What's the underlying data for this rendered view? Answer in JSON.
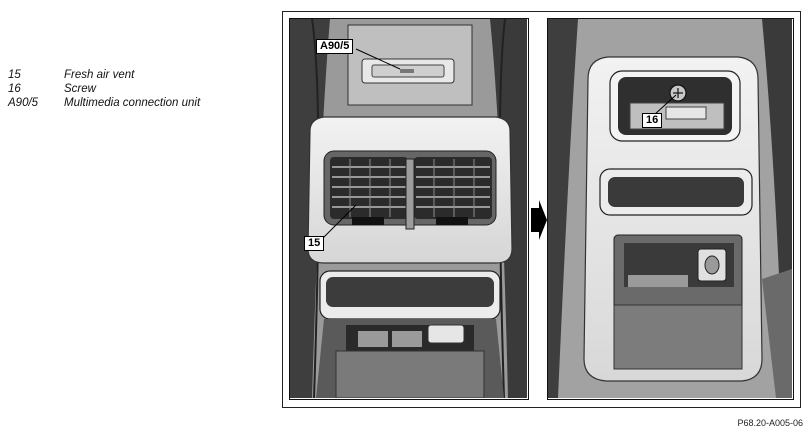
{
  "legend": {
    "items": [
      {
        "code": "15",
        "label": "Fresh air vent"
      },
      {
        "code": "16",
        "label": "Screw"
      },
      {
        "code": "A90/5",
        "label": "Multimedia connection unit"
      }
    ]
  },
  "figure": {
    "callouts": {
      "a905": "A90/5",
      "n15": "15",
      "n16": "16"
    },
    "code": "P68.20-A005-06"
  },
  "colors": {
    "frame": "#222222",
    "background": "#ffffff"
  }
}
